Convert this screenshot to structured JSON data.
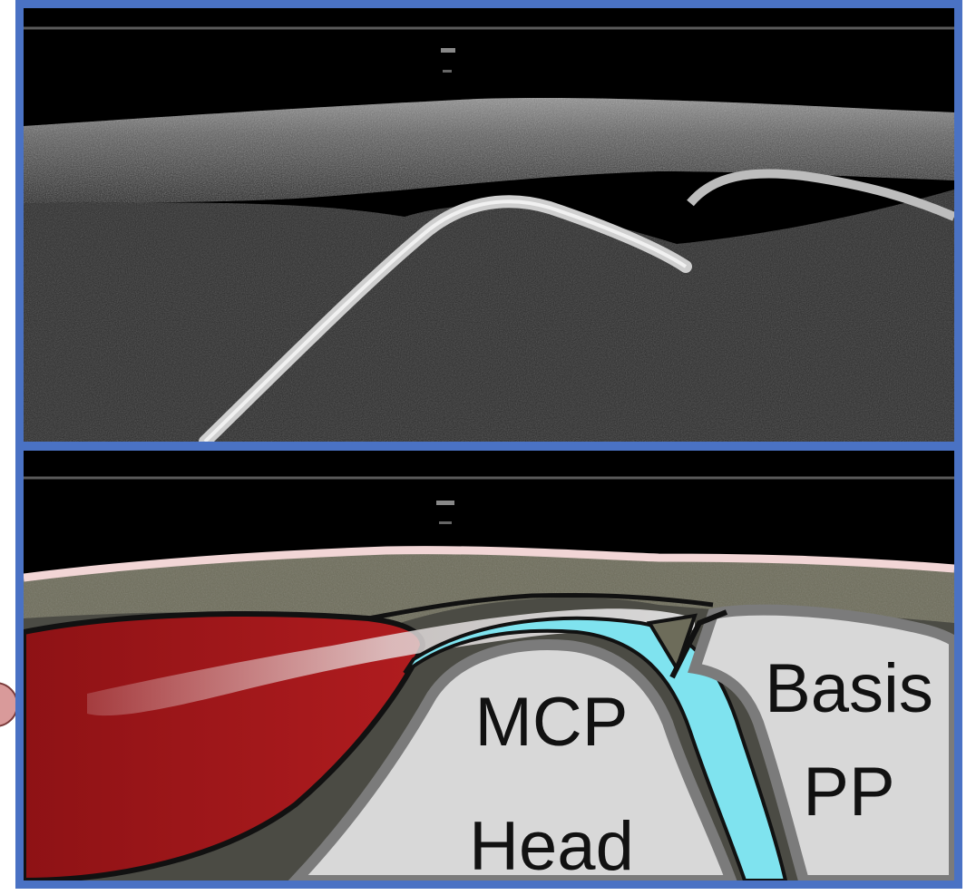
{
  "colors": {
    "frame": "#4a72c4",
    "muscle": "#a3191c",
    "cartilage": "#7fe3ef",
    "bone": "#d8d8d8",
    "skin": "#f2d6d6",
    "soft_tissue": "#6d6c5a"
  },
  "labels": {
    "mcp_line1": "MCP",
    "mcp_line2": "Head",
    "basis_line1": "Basis",
    "basis_line2": "PP"
  }
}
